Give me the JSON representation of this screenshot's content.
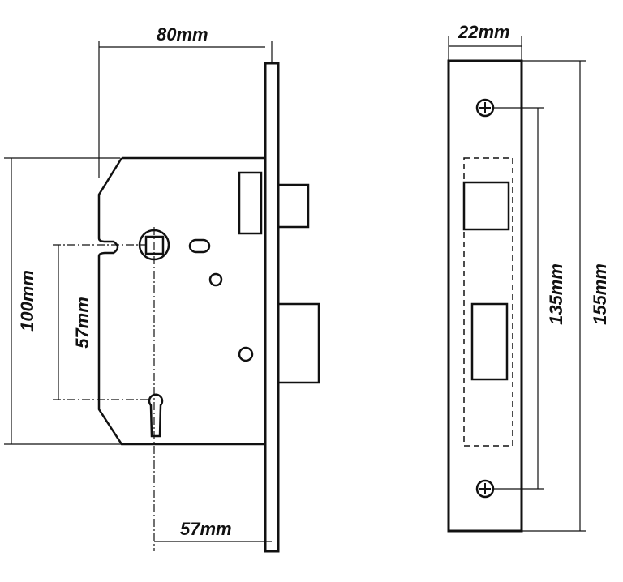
{
  "dimensions": {
    "lock_case_depth": "80mm",
    "faceplate_width": "22mm",
    "case_height": "100mm",
    "centres": "57mm",
    "backset": "57mm",
    "screw_centres": "135mm",
    "faceplate_height": "155mm"
  }
}
